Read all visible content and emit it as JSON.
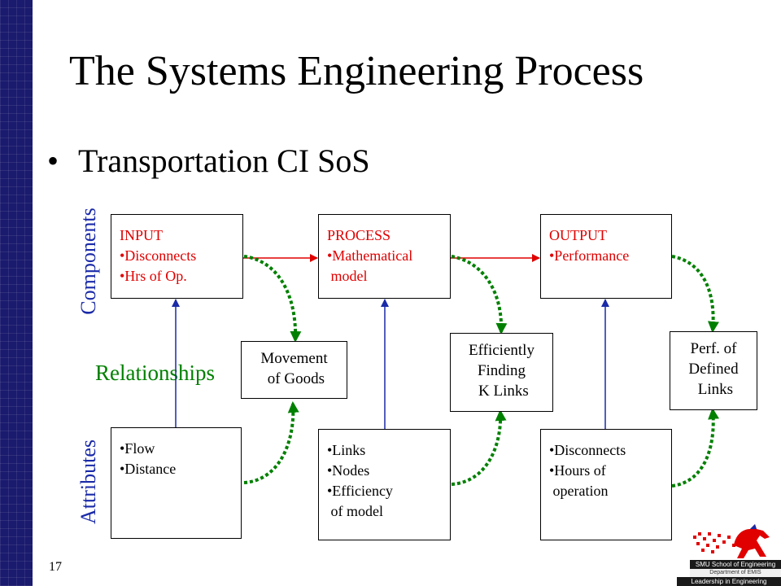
{
  "title": "The Systems Engineering Process",
  "bullet": "Transportation CI SoS",
  "labels": {
    "components": "Components",
    "attributes": "Attributes",
    "relationships": "Relationships"
  },
  "components": {
    "input": [
      "INPUT",
      "•Disconnects",
      "•Hrs of Op."
    ],
    "process": [
      "PROCESS",
      "•Mathematical",
      " model"
    ],
    "output": [
      "OUTPUT",
      "•Performance"
    ]
  },
  "relationships": {
    "movement": [
      "Movement",
      " of Goods"
    ],
    "efficiently": [
      "Efficiently",
      "Finding",
      " K Links"
    ],
    "perf": [
      "Perf. of",
      "Defined",
      " Links"
    ]
  },
  "attributes": {
    "flow": [
      "•Flow",
      "•Distance"
    ],
    "links": [
      "•Links",
      "•Nodes",
      "•Efficiency",
      " of model"
    ],
    "disconnects": [
      "•Disconnects",
      "•Hours of",
      " operation"
    ]
  },
  "slide_number": "17",
  "logo": {
    "school": "SMU School of Engineering",
    "department": "Department of EMIS",
    "tagline": "Leadership in Engineering"
  },
  "colors": {
    "component_text": "#e00000",
    "label_blue": "#1a2aa8",
    "relationship_green": "#008000",
    "sidebar": "#1a1a6e"
  }
}
